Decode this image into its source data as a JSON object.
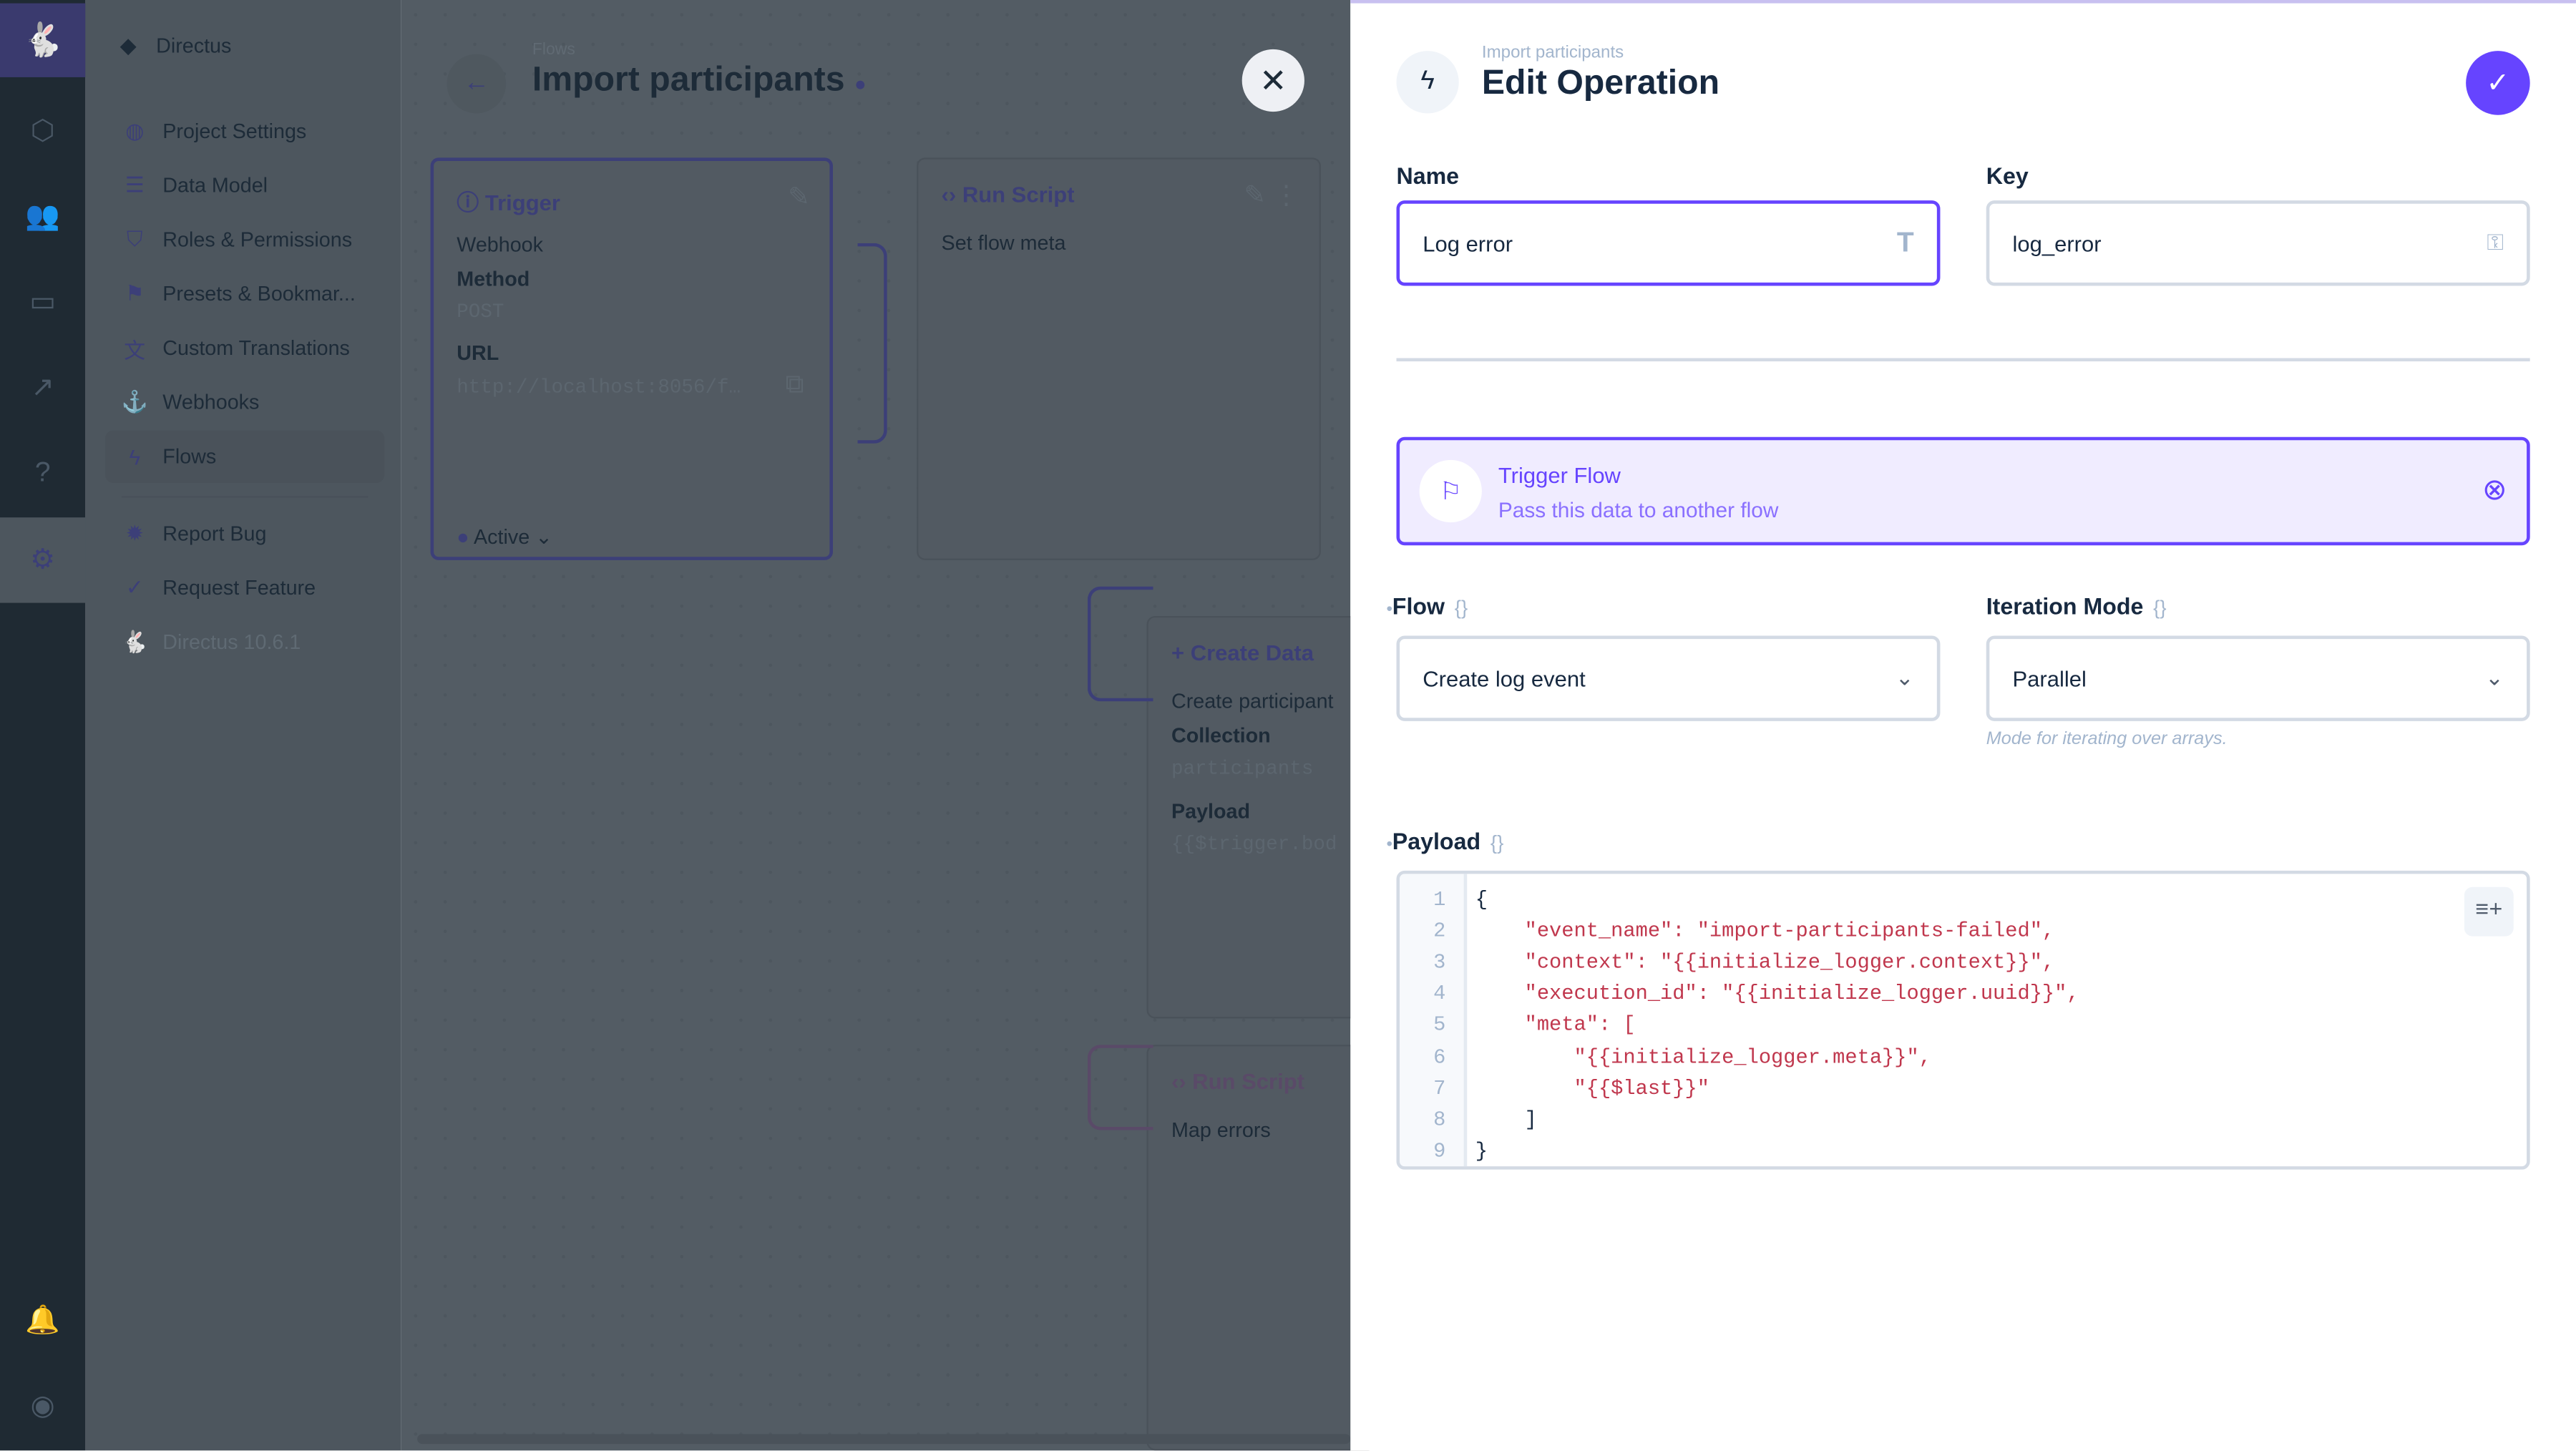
{
  "rail": {
    "icons": [
      "directus-logo-icon",
      "content-cube-icon",
      "users-icon",
      "files-folder-icon",
      "insights-icon",
      "help-icon",
      "settings-gear-icon",
      "notifications-bell-icon",
      "user-account-icon"
    ]
  },
  "nav": {
    "project": "Directus",
    "items": [
      {
        "label": "Project Settings",
        "icon": "globe-icon"
      },
      {
        "label": "Data Model",
        "icon": "list-icon"
      },
      {
        "label": "Roles & Permissions",
        "icon": "shield-icon"
      },
      {
        "label": "Presets & Bookmar...",
        "icon": "bookmark-icon"
      },
      {
        "label": "Custom Translations",
        "icon": "translate-icon"
      },
      {
        "label": "Webhooks",
        "icon": "anchor-icon"
      },
      {
        "label": "Flows",
        "icon": "bolt-icon"
      }
    ],
    "footer": [
      {
        "label": "Report Bug",
        "icon": "bug-icon"
      },
      {
        "label": "Request Feature",
        "icon": "verified-icon"
      }
    ],
    "version": "Directus 10.6.1"
  },
  "header": {
    "breadcrumb": "Flows",
    "title": "Import participants"
  },
  "flow": {
    "trigger": {
      "title": "Trigger",
      "type": "Webhook",
      "method_label": "Method",
      "method": "POST",
      "url_label": "URL",
      "url": "http://localhost:8056/f…",
      "status": "Active"
    },
    "run_script": {
      "title": "Run Script",
      "name": "Set flow meta"
    },
    "create_data": {
      "title": "Create Data",
      "name": "Create participant",
      "collection_label": "Collection",
      "collection": "participants",
      "payload_label": "Payload",
      "payload": "{{$trigger.bod"
    },
    "map_errors": {
      "title": "Run Script",
      "name": "Map errors"
    }
  },
  "drawer": {
    "breadcrumb": "Import participants",
    "title": "Edit Operation",
    "name_label": "Name",
    "name_value": "Log error",
    "key_label": "Key",
    "key_value": "log_error",
    "operation": {
      "title": "Trigger Flow",
      "subtitle": "Pass this data to another flow"
    },
    "flow_label": "Flow",
    "flow_value": "Create log event",
    "iteration_label": "Iteration Mode",
    "iteration_value": "Parallel",
    "iteration_hint": "Mode for iterating over arrays.",
    "payload_label": "Payload",
    "payload_lines": [
      "{",
      "    \"event_name\": \"import-participants-failed\",",
      "    \"context\": \"{{initialize_logger.context}}\",",
      "    \"execution_id\": \"{{initialize_logger.uuid}}\",",
      "    \"meta\": [",
      "        \"{{initialize_logger.meta}}\",",
      "        \"{{$last}}\"",
      "    ]",
      "}"
    ]
  },
  "colors": {
    "accent": "#6644ff",
    "overlay": "#535c64",
    "rail": "#1f2a33",
    "string": "#c0374d"
  }
}
